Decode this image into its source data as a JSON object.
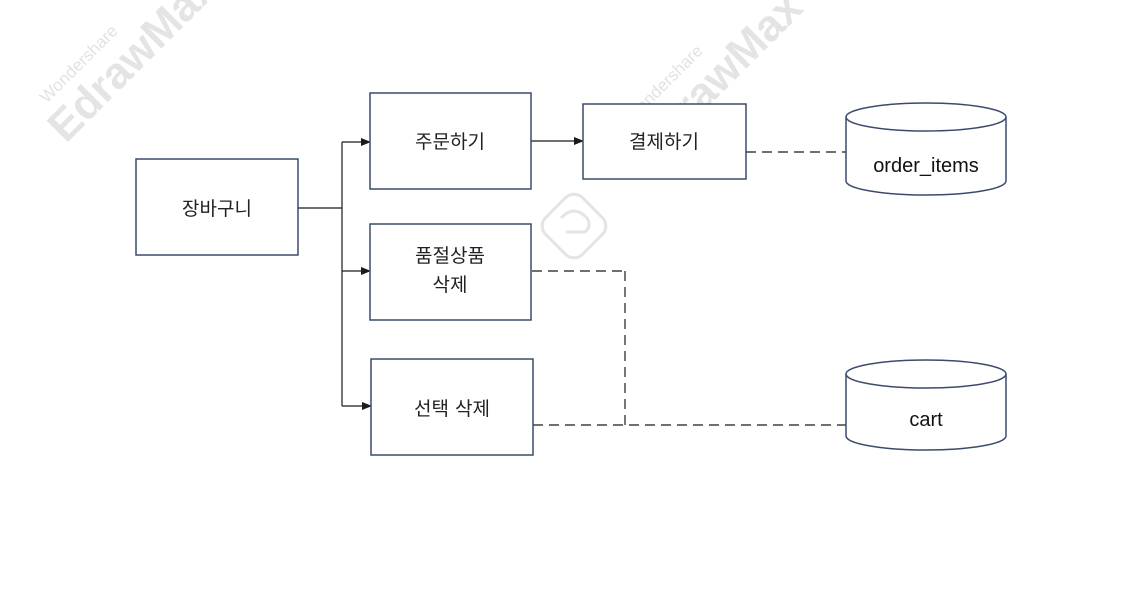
{
  "diagram": {
    "nodes": {
      "cart_root": "장바구니",
      "order": "주문하기",
      "payment": "결제하기",
      "delete_soldout_line1": "품절상품",
      "delete_soldout_line2": "삭제",
      "delete_selected": "선택 삭제"
    },
    "databases": {
      "order_items": "order_items",
      "cart": "cart"
    }
  },
  "watermark": {
    "brand": "EdrawMax",
    "vendor": "Wondershare"
  },
  "colors": {
    "node_fill": "#ffffff",
    "node_border": "#3c4a6c",
    "edge": "#1a1a1a",
    "watermark": "#cfcfcf"
  }
}
